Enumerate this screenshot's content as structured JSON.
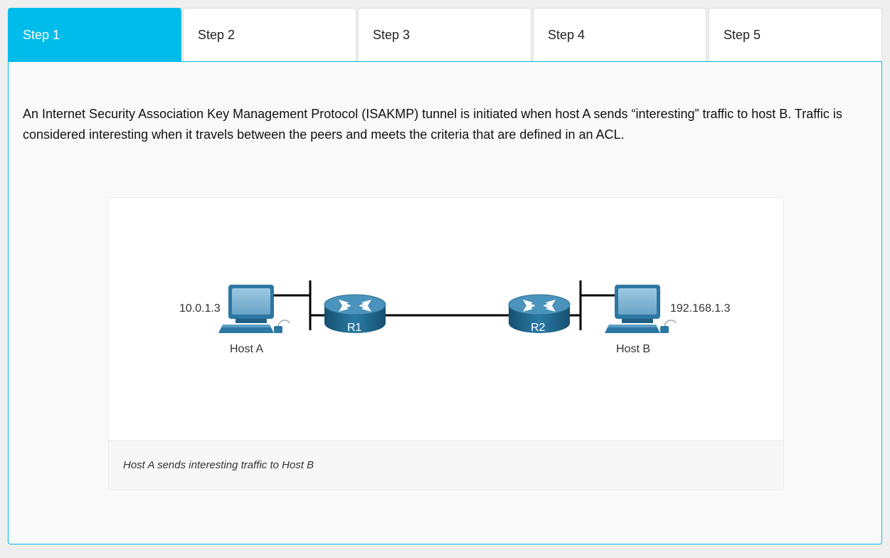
{
  "tabs": [
    {
      "label": "Step 1",
      "active": true
    },
    {
      "label": "Step 2",
      "active": false
    },
    {
      "label": "Step 3",
      "active": false
    },
    {
      "label": "Step 4",
      "active": false
    },
    {
      "label": "Step 5",
      "active": false
    }
  ],
  "content": {
    "description": "An Internet Security Association Key Management Protocol (ISAKMP) tunnel is initiated when host A sends “interesting” traffic to host B. Traffic is considered interesting when it travels between the peers and meets the criteria that are defined in an ACL."
  },
  "diagram": {
    "host_a": {
      "label": "Host A",
      "ip": "10.0.1.3",
      "icon": "desktop-computer-icon"
    },
    "host_b": {
      "label": "Host B",
      "ip": "192.168.1.3",
      "icon": "desktop-computer-icon"
    },
    "router_1": {
      "label": "R1",
      "icon": "router-icon"
    },
    "router_2": {
      "label": "R2",
      "icon": "router-icon"
    },
    "caption": "Host A sends interesting traffic to Host B"
  },
  "colors": {
    "accent": "#00bceb",
    "router_top": "#3d8db8",
    "router_body": "#1f5f86",
    "pc_screen": "#7fb6d6",
    "pc_body": "#2a6f9a"
  }
}
